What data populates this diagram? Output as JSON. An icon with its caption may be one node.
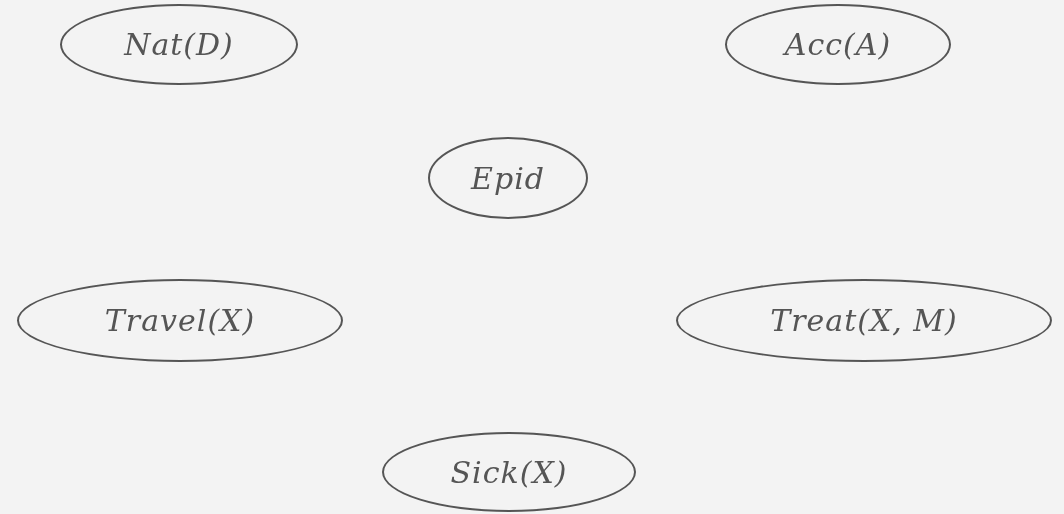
{
  "diagram": {
    "nodes": [
      {
        "text": [
          "Nat(D)"
        ]
      },
      {
        "text": [
          "Acc(A)"
        ]
      },
      {
        "text": [
          "Epid"
        ]
      },
      {
        "text": [
          "Travel(X)"
        ]
      },
      {
        "text": [
          "Treat(X, M)"
        ]
      },
      {
        "text": [
          "Sick(X)"
        ]
      }
    ]
  }
}
